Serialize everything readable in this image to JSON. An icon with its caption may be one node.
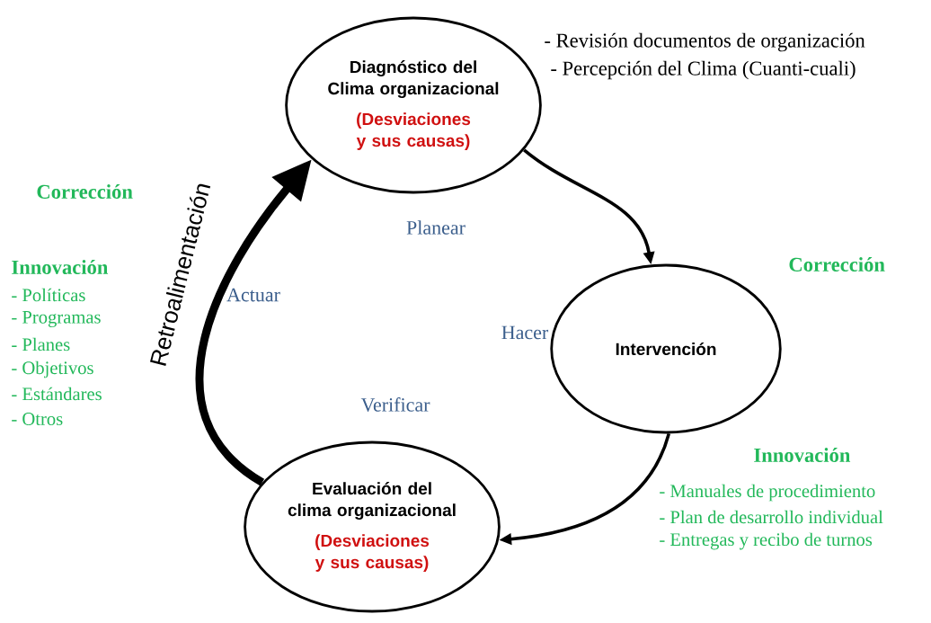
{
  "diagram": {
    "nodes": [
      {
        "text": [
          "Diagnóstico del Clima organizacional",
          "(Desviaciones y sus causas)"
        ]
      },
      {
        "text": [
          "Intervención"
        ]
      },
      {
        "text": [
          "Evaluación del clima organizacional",
          "(Desviaciones y sus causas)"
        ]
      }
    ],
    "edges": [
      {
        "from": 0,
        "to": 1,
        "arrow": "to"
      },
      {
        "from": 1,
        "to": 2,
        "arrow": "to"
      },
      {
        "from": 2,
        "to": 0,
        "arrow": "to",
        "style": "thick",
        "label": "Retroalimentación"
      }
    ],
    "labels": [
      "- Revisión documentos de organización",
      "- Percepción del Clima (Cuanti-cuali)",
      "Corrección",
      "Planear",
      "Corrección",
      "Innovación",
      "- Políticas",
      "Actuar",
      "- Programas",
      "Hacer",
      "- Planes",
      "- Objetivos",
      "- Estándares",
      "Verificar",
      "- Otros",
      "Innovación",
      "- Manuales de procedimiento",
      "- Plan de desarrollo individual",
      "- Entregas y recibo de turnos"
    ]
  }
}
